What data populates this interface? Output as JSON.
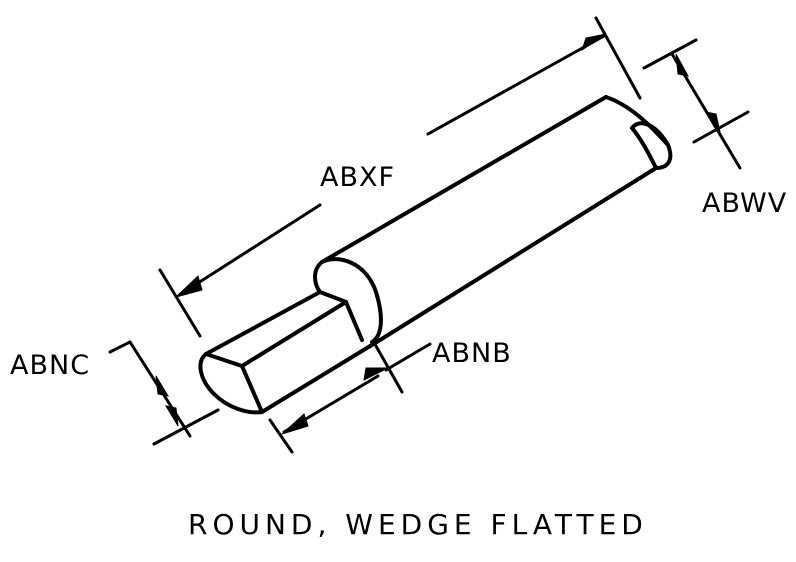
{
  "dimensions": {
    "overall_length": "ABXF",
    "shank_diameter": "ABWV",
    "flat_length": "ABNB",
    "flat_thickness": "ABNC"
  },
  "caption": "ROUND, WEDGE FLATTED",
  "colors": {
    "line": "#000000",
    "background": "#ffffff"
  }
}
